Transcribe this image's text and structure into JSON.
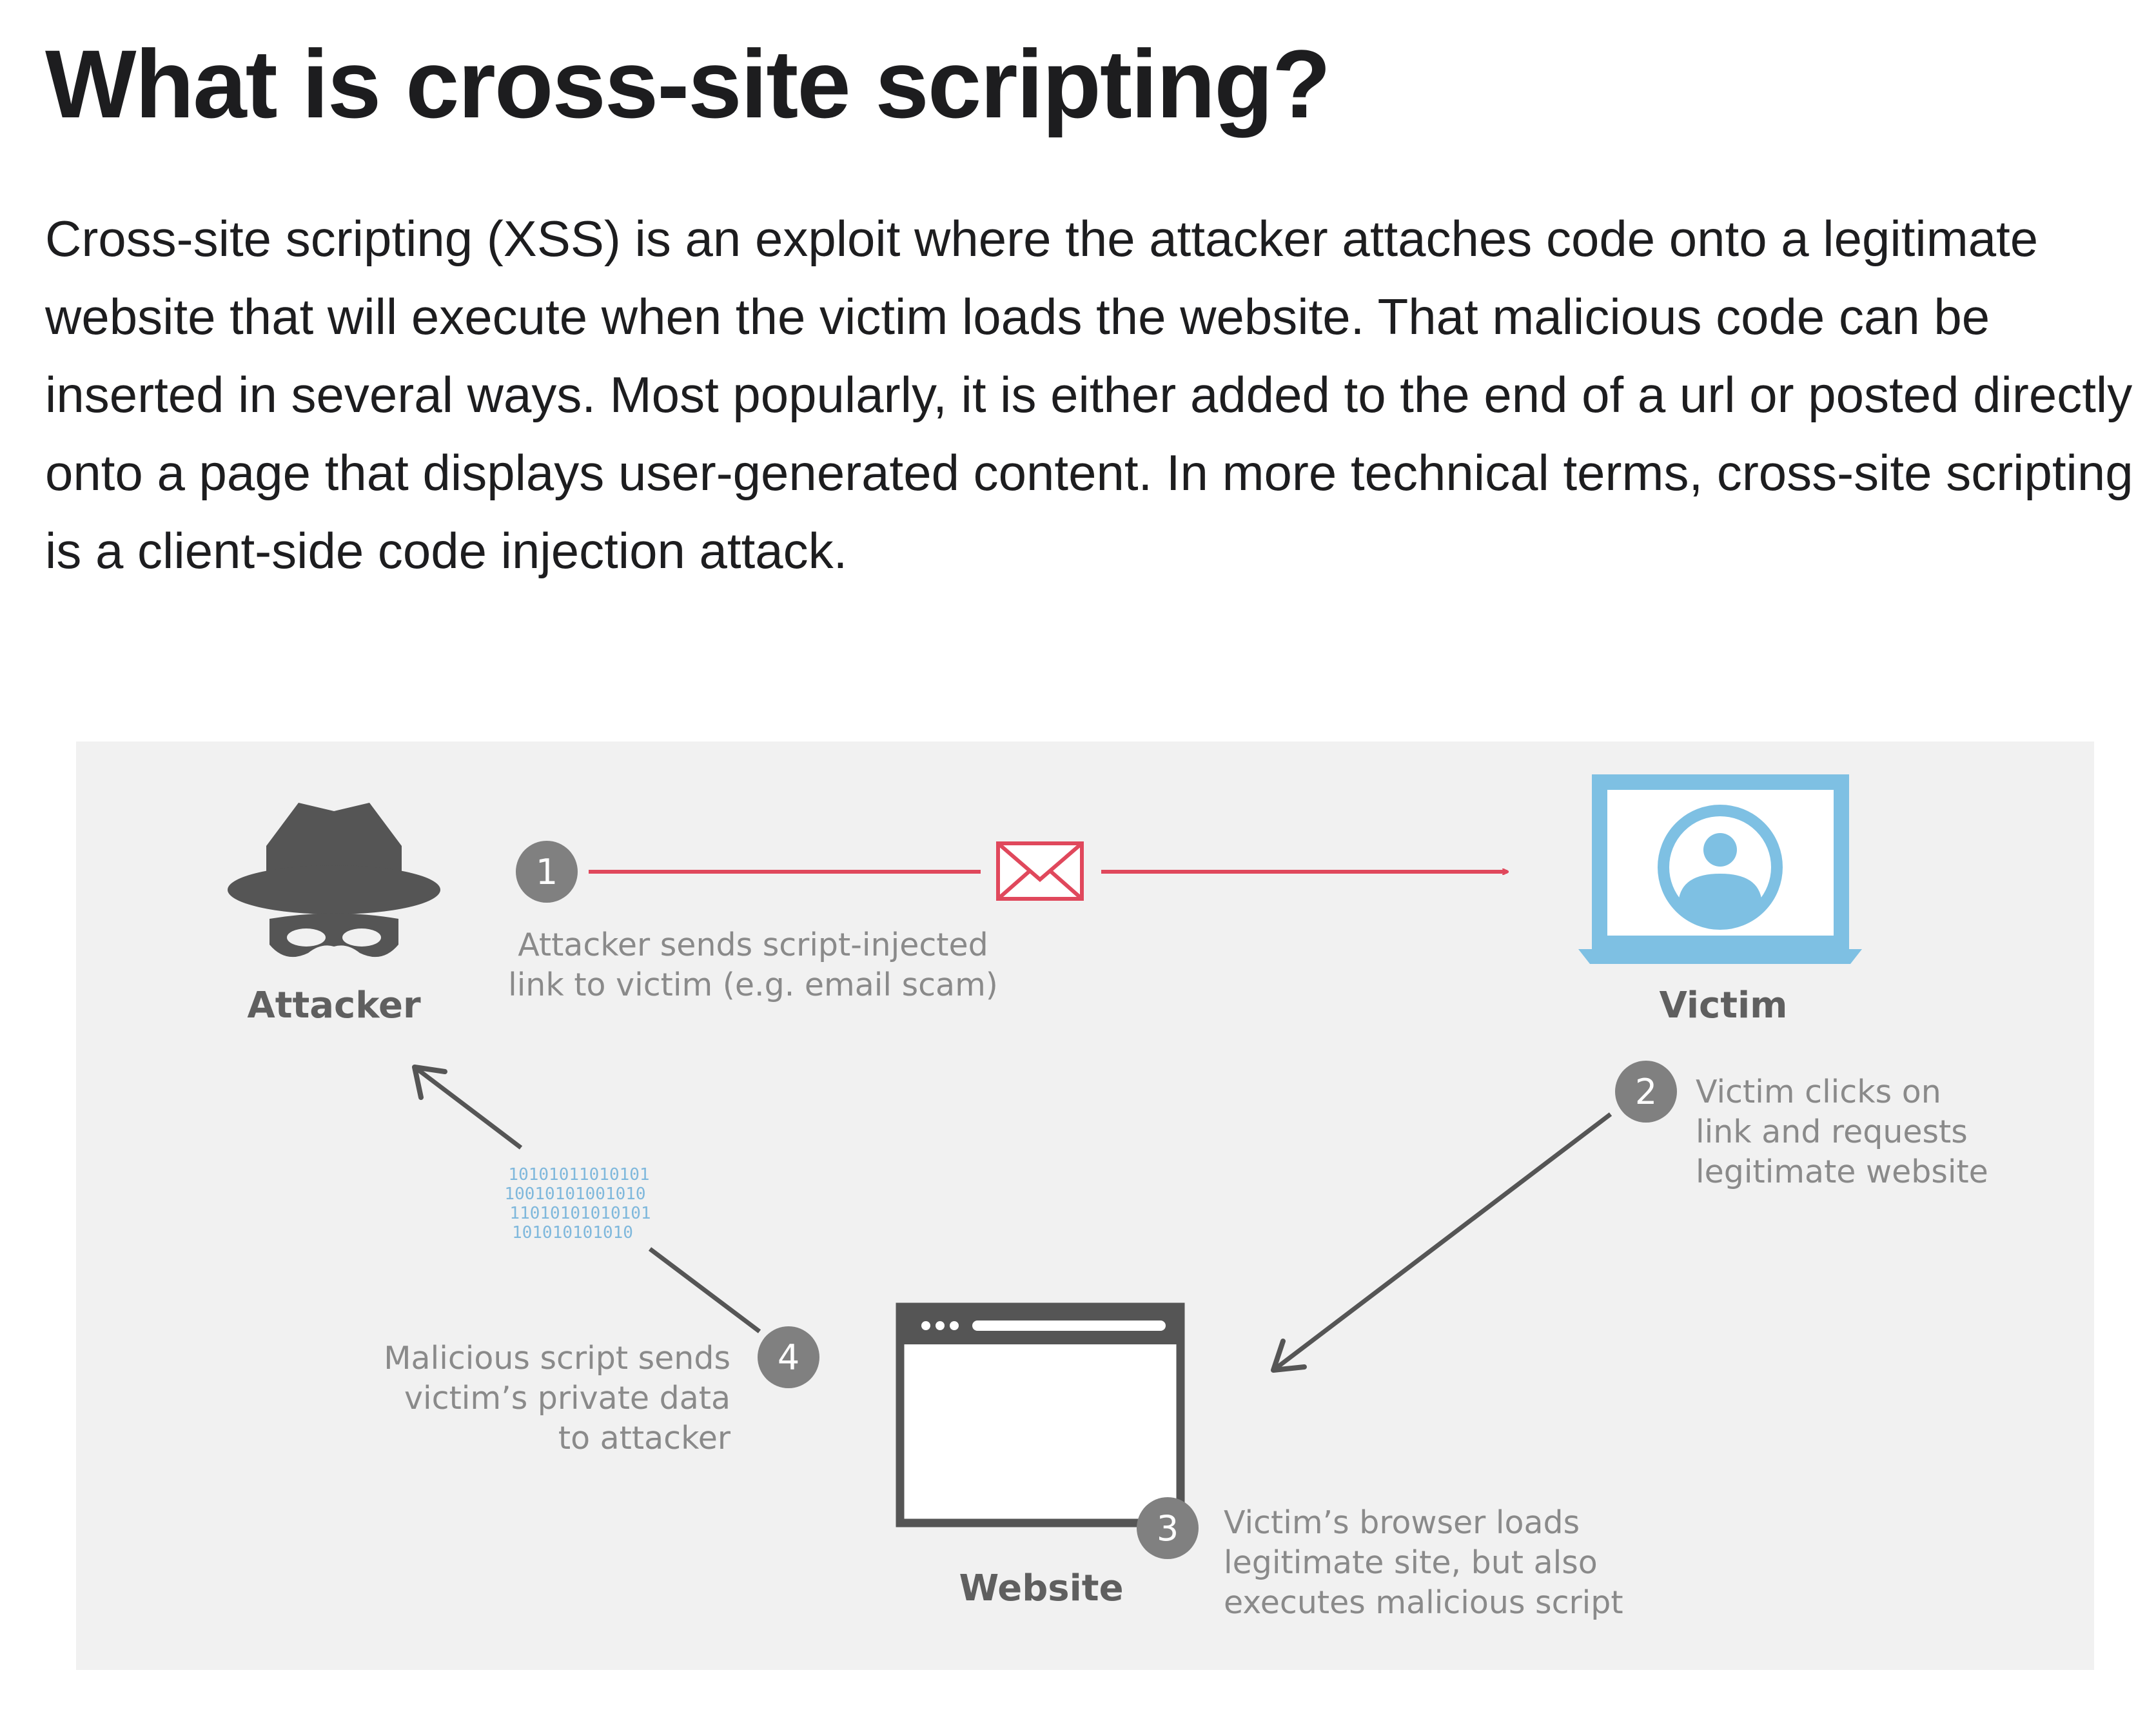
{
  "heading": "What is cross-site scripting?",
  "intro": "Cross-site scripting (XSS) is an exploit where the attacker attaches code onto a legitimate website that will execute when the victim loads the website. That malicious code can be inserted in several ways. Most popularly, it is either added to the end of a url or posted directly onto a page that displays user-generated content. In more technical terms, cross-site scripting is a client-side code injection attack.",
  "diagram": {
    "nodes": {
      "attacker": "Attacker",
      "victim": "Victim",
      "website": "Website"
    },
    "steps": [
      {
        "number": "1",
        "lines": [
          "Attacker sends script-injected",
          "link to victim (e.g. email scam)"
        ]
      },
      {
        "number": "2",
        "lines": [
          "Victim clicks on",
          "link and requests",
          "legitimate website"
        ]
      },
      {
        "number": "3",
        "lines": [
          "Victim’s browser loads",
          "legitimate site, but also",
          "executes malicious script"
        ]
      },
      {
        "number": "4",
        "lines": [
          "Malicious script sends",
          "victim’s private data",
          "to attacker"
        ]
      }
    ],
    "binary": [
      "10101011010101",
      "10010101001010",
      "11010101010101",
      "101010101010"
    ],
    "icons": [
      "hacker-icon",
      "envelope-icon",
      "laptop-user-icon",
      "browser-window-icon",
      "binary-data-icon"
    ],
    "colors": {
      "panel": "#f1f1f1",
      "link_arrow": "#e0485c",
      "victim_device": "#7ec0e3",
      "badge": "#808080",
      "dark": "#555555"
    }
  }
}
